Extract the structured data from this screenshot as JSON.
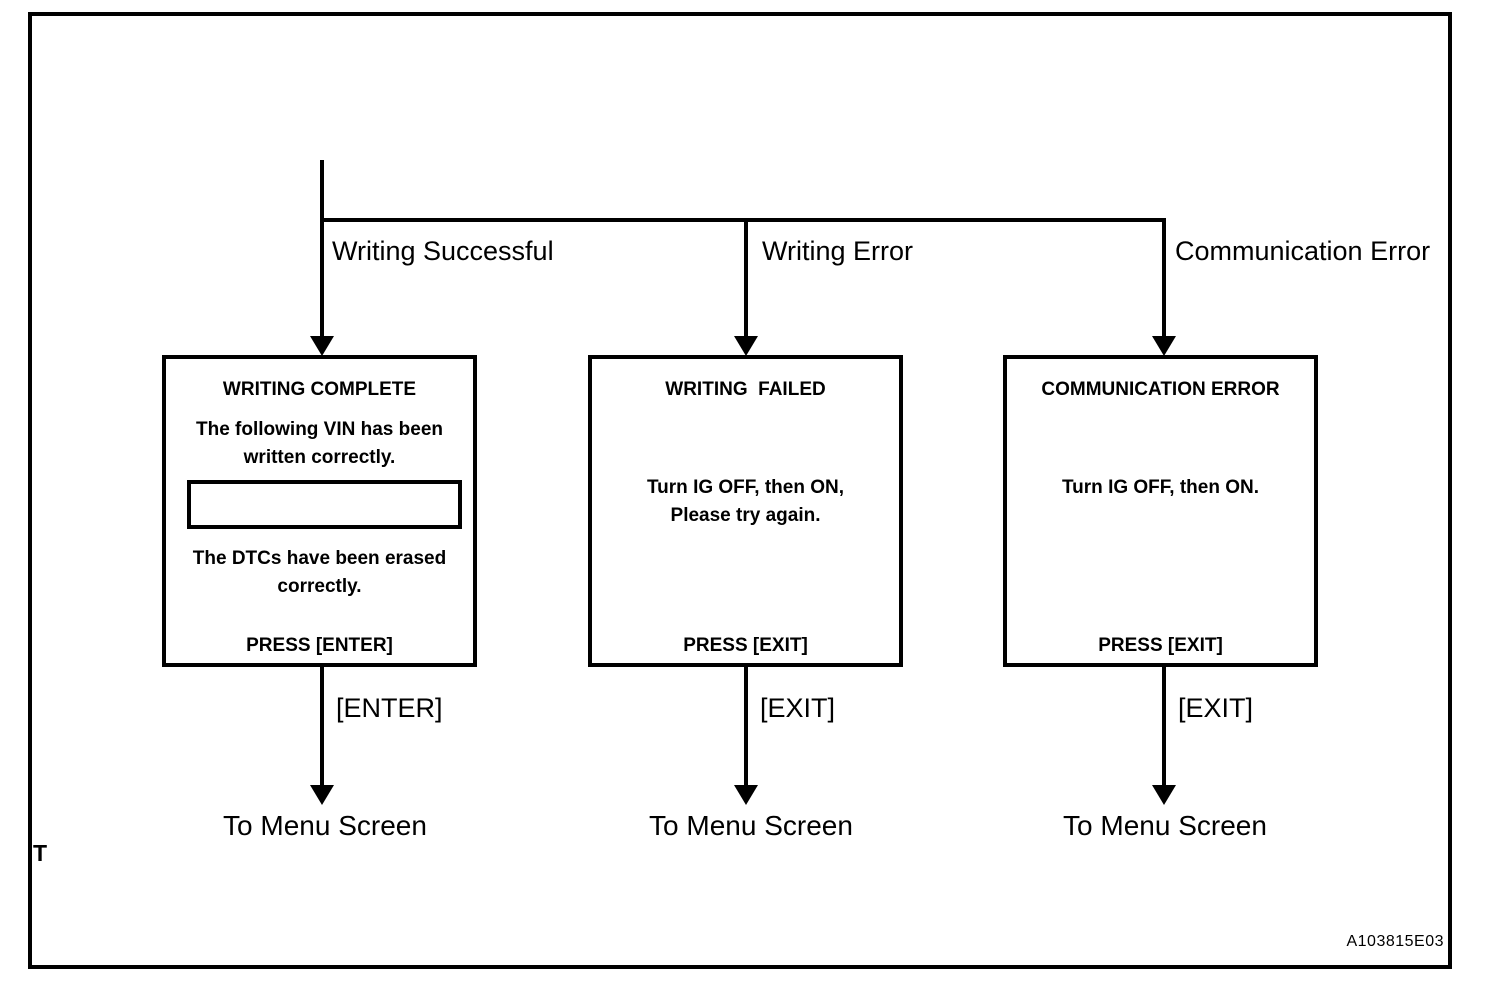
{
  "page": {
    "marker": "T",
    "figure_id": "A103815E03"
  },
  "colors": {
    "ink": "#000000",
    "paper": "#ffffff"
  },
  "flow": {
    "branches": [
      {
        "label": "Writing Successful"
      },
      {
        "label": "Writing Error"
      },
      {
        "label": "Communication Error"
      }
    ],
    "screens": [
      {
        "title": "WRITING COMPLETE",
        "body_1": "The following VIN has been\nwritten correctly.",
        "vin_value": "",
        "body_2": "The DTCs have been erased\ncorrectly.",
        "press": "PRESS [ENTER]",
        "key": "[ENTER]",
        "destination": "To Menu Screen"
      },
      {
        "title": "WRITING  FAILED",
        "body_1": "Turn IG OFF, then ON,\nPlease try again.",
        "press": "PRESS [EXIT]",
        "key": "[EXIT]",
        "destination": "To Menu Screen"
      },
      {
        "title": "COMMUNICATION ERROR",
        "body_1": "Turn IG OFF, then ON.",
        "press": "PRESS [EXIT]",
        "key": "[EXIT]",
        "destination": "To Menu Screen"
      }
    ]
  }
}
